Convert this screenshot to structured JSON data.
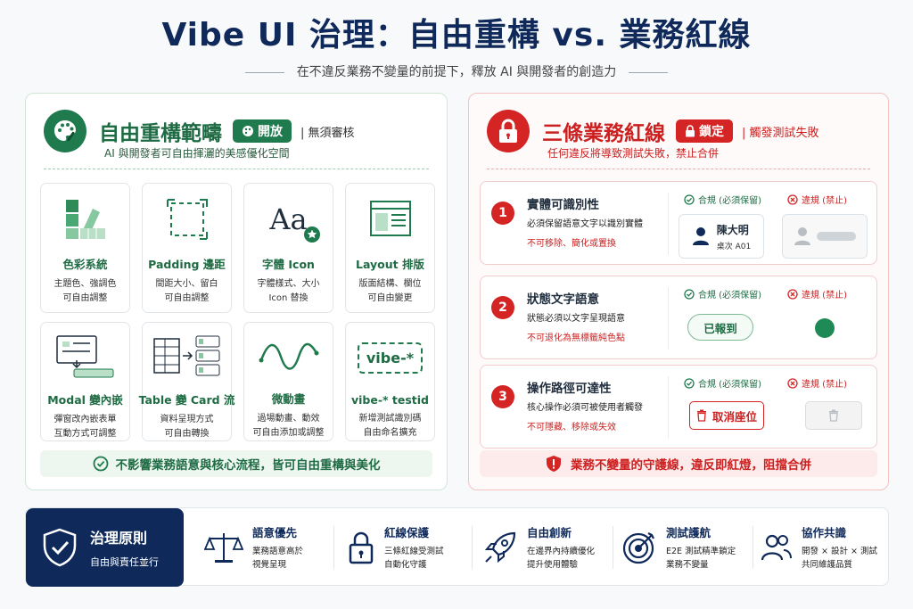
{
  "title": "Vibe UI 治理：自由重構 vs. 業務紅線",
  "subtitle": "在不違反業務不變量的前提下，釋放 AI 與開發者的創造力",
  "left_panel": {
    "title": "自由重構範疇",
    "badge": "開放",
    "side_note": "無須審核",
    "description": "AI 與開發者可自由揮灑的美感優化空間",
    "cards": [
      {
        "title": "色彩系統",
        "desc1": "主題色、強調色",
        "desc2": "可自由調整"
      },
      {
        "title": "Padding 邊距",
        "desc1": "間距大小、留白",
        "desc2": "可自由調整"
      },
      {
        "title": "字體 Icon",
        "desc1": "字體樣式、大小",
        "desc2": "Icon 替換",
        "glyph": "Aa"
      },
      {
        "title": "Layout 排版",
        "desc1": "版面結構、欄位",
        "desc2": "可自由變更"
      },
      {
        "title": "Modal 變內嵌",
        "desc1": "彈窗改內嵌表單",
        "desc2": "互動方式可調整"
      },
      {
        "title": "Table 變 Card 流",
        "desc1": "資料呈現方式",
        "desc2": "可自由轉換"
      },
      {
        "title": "微動畫",
        "desc1": "過場動畫、動效",
        "desc2": "可自由添加或調整"
      },
      {
        "title": "vibe-* testid",
        "desc1": "新增測試識別碼",
        "desc2": "自由命名擴充",
        "glyph": "vibe-*"
      }
    ],
    "footer": "不影響業務語意與核心流程，皆可自由重構與美化"
  },
  "right_panel": {
    "title": "三條業務紅線",
    "badge": "鎖定",
    "side_note": "觸發測試失敗",
    "description": "任何違反將導致測試失敗，禁止合併",
    "ok_label": "合規 (必須保留)",
    "bad_label": "違規 (禁止)",
    "rules": [
      {
        "num": "1",
        "title": "實體可識別性",
        "desc": "必須保留語意文字以識別實體",
        "warn": "不可移除、簡化或置換",
        "person_name": "陳大明",
        "person_seat": "桌次 A01"
      },
      {
        "num": "2",
        "title": "狀態文字語意",
        "desc": "狀態必須以文字呈現語意",
        "warn": "不可退化為無標籤純色點",
        "status_text": "已報到"
      },
      {
        "num": "3",
        "title": "操作路徑可達性",
        "desc": "核心操作必須可被使用者觸發",
        "warn": "不可隱藏、移除或失效",
        "action_text": "取消座位"
      }
    ],
    "footer": "業務不變量的守護線，違反即紅燈，阻擋合併"
  },
  "principles": {
    "title": "治理原則",
    "subtitle": "自由與責任並行",
    "items": [
      {
        "title": "語意優先",
        "desc1": "業務語意高於",
        "desc2": "視覺呈現",
        "icon": "scale-icon"
      },
      {
        "title": "紅線保護",
        "desc1": "三條紅線受測試",
        "desc2": "自動化守護",
        "icon": "lock-icon"
      },
      {
        "title": "自由創新",
        "desc1": "在邊界內持續優化",
        "desc2": "提升使用體驗",
        "icon": "rocket-icon"
      },
      {
        "title": "測試護航",
        "desc1": "E2E 測試精準鎖定",
        "desc2": "業務不變量",
        "icon": "target-icon"
      },
      {
        "title": "協作共識",
        "desc1": "開發 × 設計 × 測試",
        "desc2": "共同維護品質",
        "icon": "team-icon"
      }
    ]
  },
  "colors": {
    "green": "#1f7a4d",
    "red": "#d42424",
    "navy": "#0f2a5a"
  }
}
